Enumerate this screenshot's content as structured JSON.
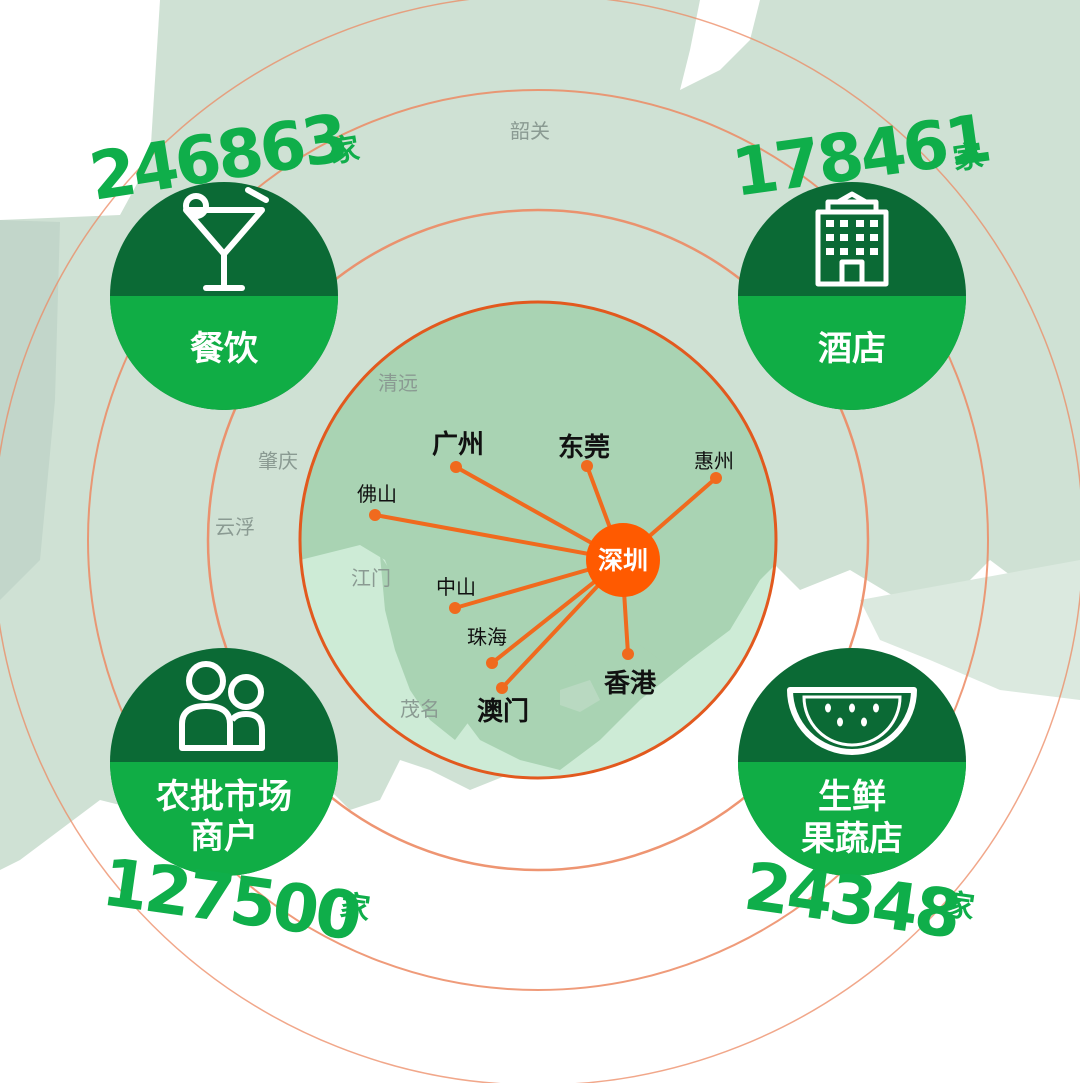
{
  "colors": {
    "land": "#cfe1d4",
    "inner_land": "#a9d3b3",
    "inner_water": "#cdebd6",
    "ring": "#ec8a63",
    "inner_ring": "#e2591e",
    "route": "#f06a1e",
    "hub": "#ff5a00",
    "badge_dark": "#0b6a35",
    "badge_light": "#10ad45",
    "count": "#0fae4a"
  },
  "hub": {
    "label": "深圳"
  },
  "map_labels": {
    "shaoguan": "韶关",
    "qingyuan": "清远",
    "zhaoqing": "肇庆",
    "yunfu": "云浮",
    "jiangmen": "江门",
    "maoming": "茂名"
  },
  "cities": {
    "guangzhou": "广州",
    "dongguan": "东莞",
    "huizhou": "惠州",
    "foshan": "佛山",
    "zhongshan": "中山",
    "zhuhai": "珠海",
    "macau": "澳门",
    "hongkong": "香港"
  },
  "categories": {
    "catering": {
      "label": "餐饮",
      "count": "246863",
      "unit": "家",
      "icon": "cocktail-icon"
    },
    "hotel": {
      "label": "酒店",
      "count": "178461",
      "unit": "家",
      "icon": "hotel-building-icon"
    },
    "market": {
      "label_line1": "农批市场",
      "label_line2": "商户",
      "count": "127500",
      "unit": "家",
      "icon": "people-icon"
    },
    "produce": {
      "label_line1": "生鲜",
      "label_line2": "果蔬店",
      "count": "24348",
      "unit": "家",
      "icon": "watermelon-icon"
    }
  }
}
